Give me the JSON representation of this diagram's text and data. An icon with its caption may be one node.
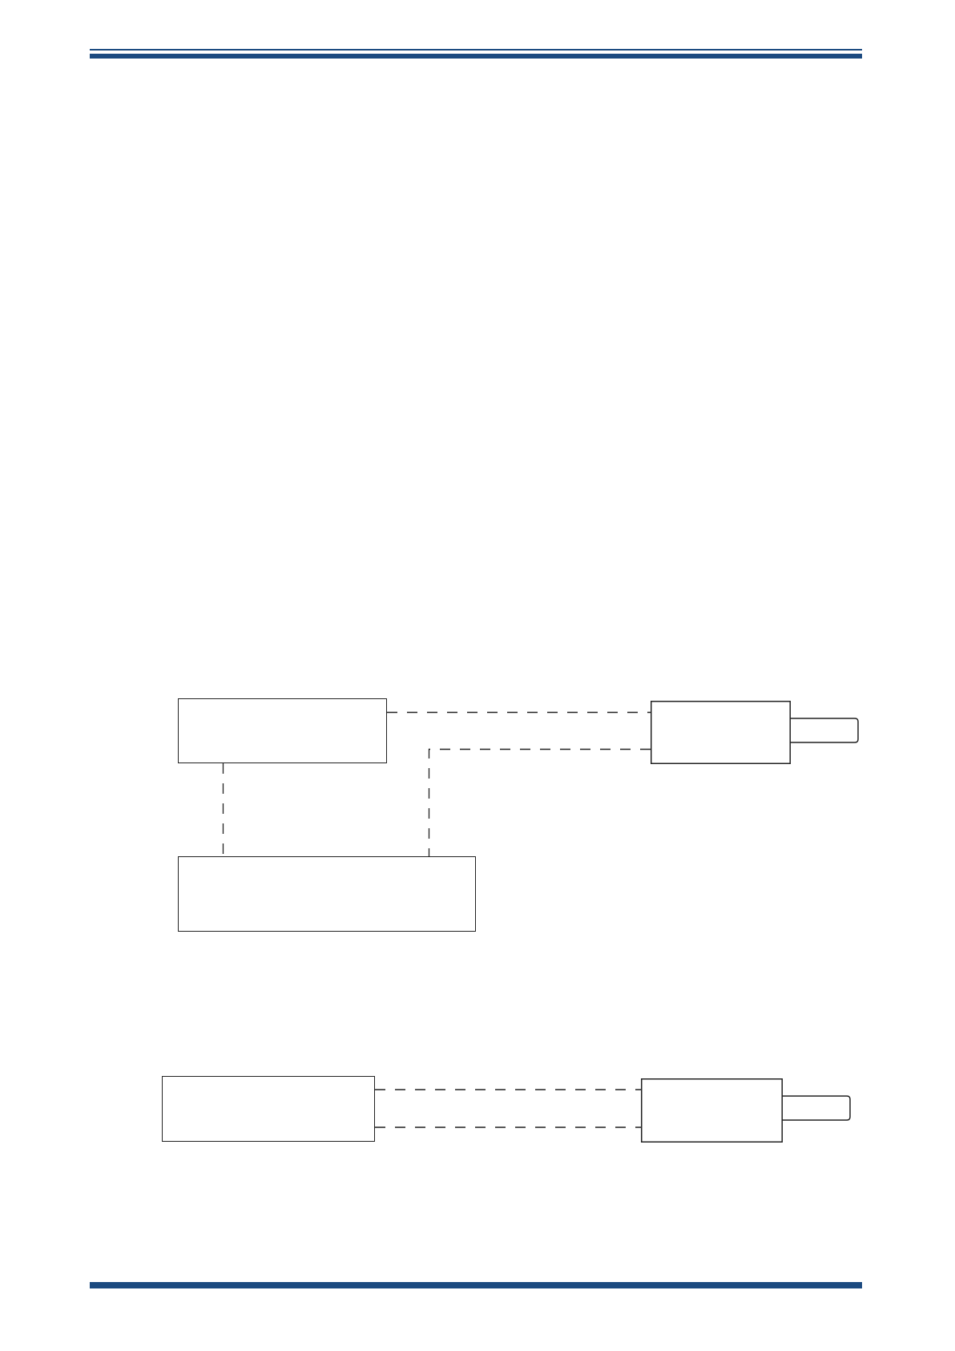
{
  "diagram": {
    "nodes": [
      {
        "text": [],
        "shape": "box"
      },
      {
        "text": [],
        "shape": "box"
      },
      {
        "text": [],
        "shape": "box"
      },
      {
        "text": [],
        "shape": "box"
      },
      {
        "text": [],
        "shape": "box"
      }
    ],
    "edges": [
      {
        "from": 0,
        "to": 1,
        "arrow": "none",
        "style": "dashed"
      },
      {
        "from": 1,
        "to": 2,
        "arrow": "none",
        "style": "dashed"
      },
      {
        "from": 0,
        "to": 2,
        "arrow": "none",
        "style": "dashed"
      },
      {
        "from": 3,
        "to": 4,
        "arrow": "none",
        "style": "dashed"
      },
      {
        "from": 3,
        "to": 4,
        "arrow": "none",
        "style": "dashed"
      }
    ]
  }
}
